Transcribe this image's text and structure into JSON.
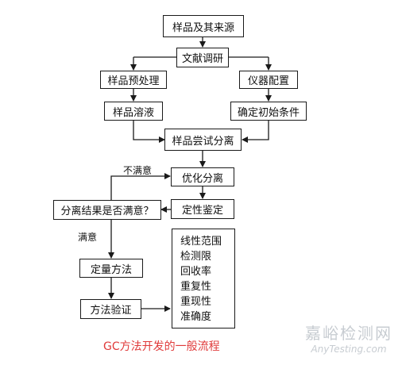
{
  "nodes": {
    "sample_source": "样品及其来源",
    "literature": "文献调研",
    "sample_pretreatment": "样品预处理",
    "instrument_config": "仪器配置",
    "sample_solution": "样品溶液",
    "initial_conditions": "确定初始条件",
    "trial_separation": "样品尝试分离",
    "optimize_separation": "优化分离",
    "qualitative_id": "定性鉴定",
    "satisfied_question": "分离结果是否满意？",
    "quantitative_method": "定量方法",
    "method_validation": "方法验证"
  },
  "edge_labels": {
    "not_satisfied": "不满意",
    "satisfied": "满意"
  },
  "validation_criteria": [
    "线性范围",
    "检测限",
    "回收率",
    "重复性",
    "重现性",
    "准确度"
  ],
  "caption": "GC方法开发的一般流程",
  "watermark": {
    "cn": "嘉峪检测网",
    "en": "AnyTesting.com"
  }
}
